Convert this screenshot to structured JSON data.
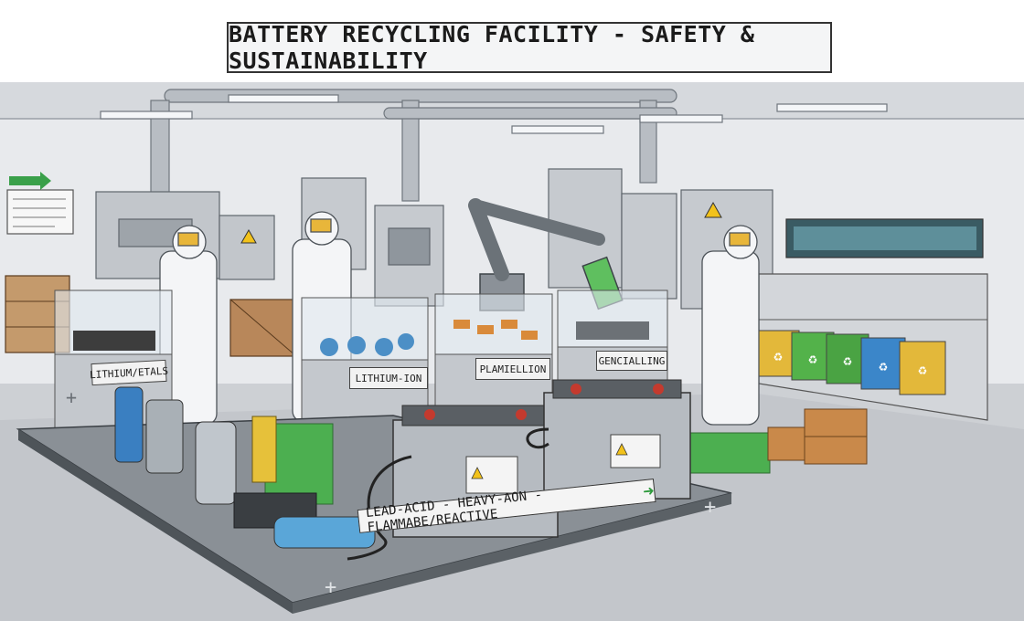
{
  "title": "BATTERY RECYCLING FACILITY - SAFETY & SUSTAINABILITY",
  "bins": {
    "bin1_label": "LITHIUM/ETALS",
    "bin2_label": "LITHIUM-ION",
    "bin3_label": "PLAMIELLION",
    "bin4_label": "GENCIALLING"
  },
  "conveyor": {
    "label": "LEAD-ACID - HEAVY-AON - FLAMMABE/REACTIVE",
    "arrow_icon": "right-arrow-icon"
  },
  "icons": {
    "warning": "warning-triangle-icon",
    "recycle": "recycle-icon",
    "exit_arrow": "green-arrow-icon"
  },
  "colors": {
    "floor": "#c9ccd0",
    "wall": "#e7e9ec",
    "battery_green": "#4caf50",
    "battery_blue": "#3a7fc1",
    "battery_orange": "#d98a3a",
    "bin_yellow": "#e3b83a",
    "bin_green": "#53b24a",
    "bin_blue": "#3b86c9",
    "warning_yellow": "#f2c21b"
  }
}
